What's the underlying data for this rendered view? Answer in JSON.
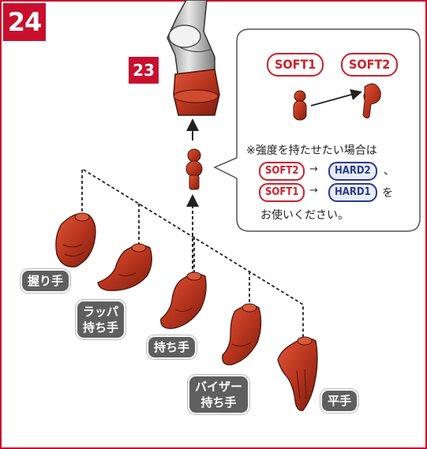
{
  "step_number": "24",
  "ref_step": "23",
  "note": {
    "soft_tags": [
      "SOFT1",
      "SOFT2"
    ],
    "line1": "※強度を持たせたい場合は",
    "pair1": {
      "from": "SOFT2",
      "to": "HARD2",
      "suffix": "、"
    },
    "pair2": {
      "from": "SOFT1",
      "to": "HARD1",
      "suffix": "を"
    },
    "line4": "お使いください。",
    "arrow": "→"
  },
  "hands": {
    "grip": "握り手",
    "trumpet_l1": "ラッパ",
    "trumpet_l2": "持ち手",
    "holding": "持ち手",
    "visor_l1": "バイザー",
    "visor_l2": "持ち手",
    "flat": "平手"
  },
  "colors": {
    "accent_red": "#c8102e",
    "part_red": "#b8351e",
    "hard_blue": "#2a3b8f",
    "label_gray": "#5f5f5f"
  }
}
